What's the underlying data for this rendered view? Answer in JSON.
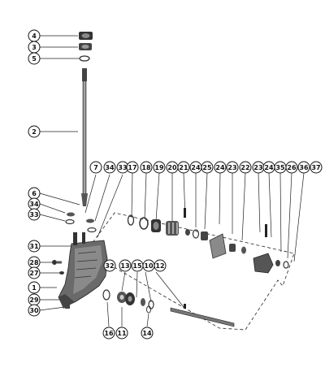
{
  "callouts": [
    {
      "label": "4"
    },
    {
      "label": "3"
    },
    {
      "label": "5"
    },
    {
      "label": "2"
    },
    {
      "label": "6"
    },
    {
      "label": "34"
    },
    {
      "label": "33"
    },
    {
      "label": "7"
    },
    {
      "label": "34"
    },
    {
      "label": "33"
    },
    {
      "label": "17"
    },
    {
      "label": "18"
    },
    {
      "label": "19"
    },
    {
      "label": "20"
    },
    {
      "label": "21"
    },
    {
      "label": "24"
    },
    {
      "label": "25"
    },
    {
      "label": "24"
    },
    {
      "label": "23"
    },
    {
      "label": "22"
    },
    {
      "label": "23"
    },
    {
      "label": "24"
    },
    {
      "label": "35"
    },
    {
      "label": "26"
    },
    {
      "label": "36"
    },
    {
      "label": "37"
    },
    {
      "label": "31"
    },
    {
      "label": "28"
    },
    {
      "label": "27"
    },
    {
      "label": "1"
    },
    {
      "label": "29"
    },
    {
      "label": "30"
    },
    {
      "label": "32"
    },
    {
      "label": "13"
    },
    {
      "label": "15"
    },
    {
      "label": "10"
    },
    {
      "label": "12"
    },
    {
      "label": "16"
    },
    {
      "label": "11"
    },
    {
      "label": "14"
    }
  ]
}
